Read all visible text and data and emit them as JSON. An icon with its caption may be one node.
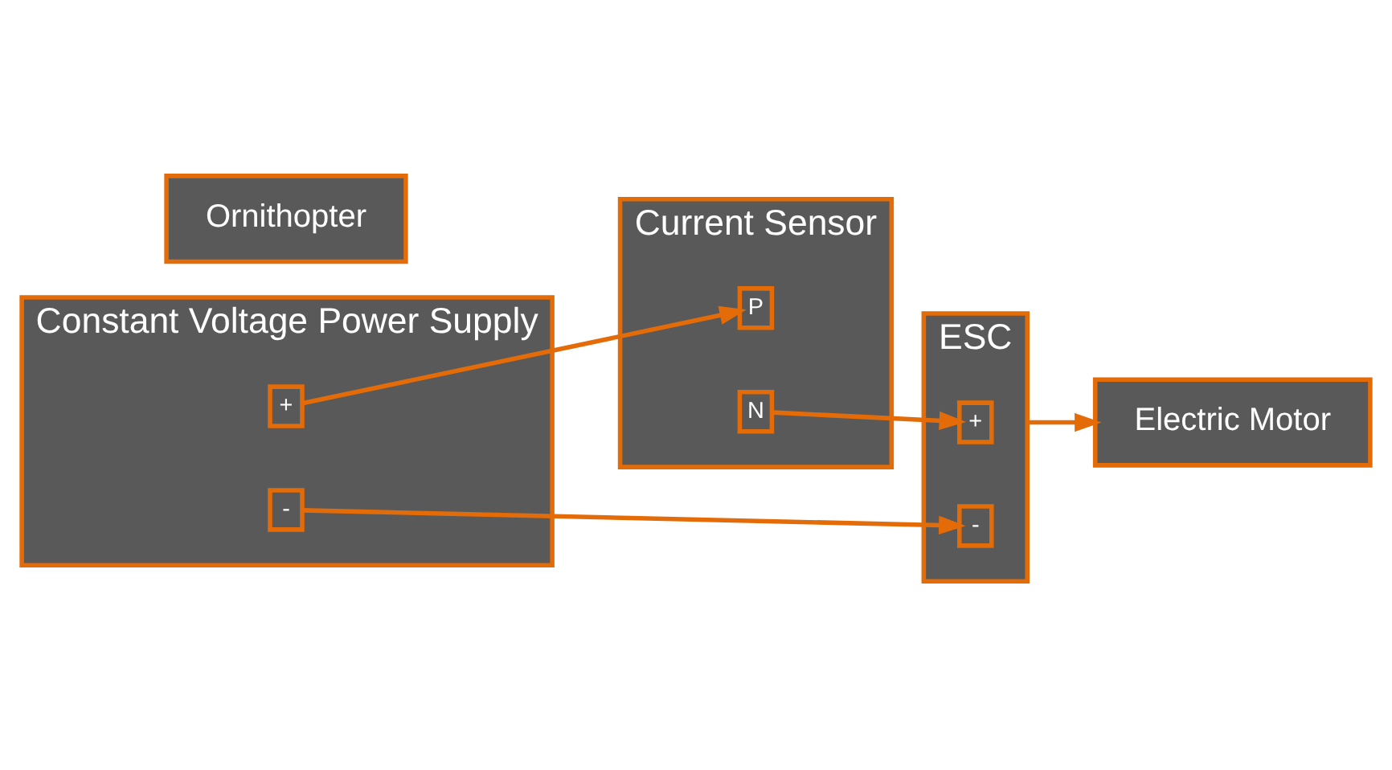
{
  "diagram": {
    "nodes": [
      {
        "text": [
          "Current Sensor"
        ]
      },
      {
        "text": [
          "P"
        ],
        "in": 0
      },
      {
        "text": [
          "N"
        ],
        "in": 0
      },
      {
        "text": [
          "Constant Voltage Power Supply"
        ]
      },
      {
        "text": [
          "+"
        ],
        "in": 3
      },
      {
        "text": [
          "-"
        ],
        "in": 3
      },
      {
        "text": [
          "ESC"
        ]
      },
      {
        "text": [
          "+"
        ],
        "in": 6
      },
      {
        "text": [
          "-"
        ],
        "in": 6
      },
      {
        "text": [
          "Electric Motor"
        ]
      },
      {
        "text": [
          "Ornithopter"
        ]
      }
    ],
    "edges": [
      {
        "from": 4,
        "to": 1,
        "arrow": "to"
      },
      {
        "from": 2,
        "to": 7,
        "arrow": "to"
      },
      {
        "from": 5,
        "to": 8,
        "arrow": "to"
      },
      {
        "from": 6,
        "to": 9,
        "arrow": "to"
      }
    ]
  }
}
